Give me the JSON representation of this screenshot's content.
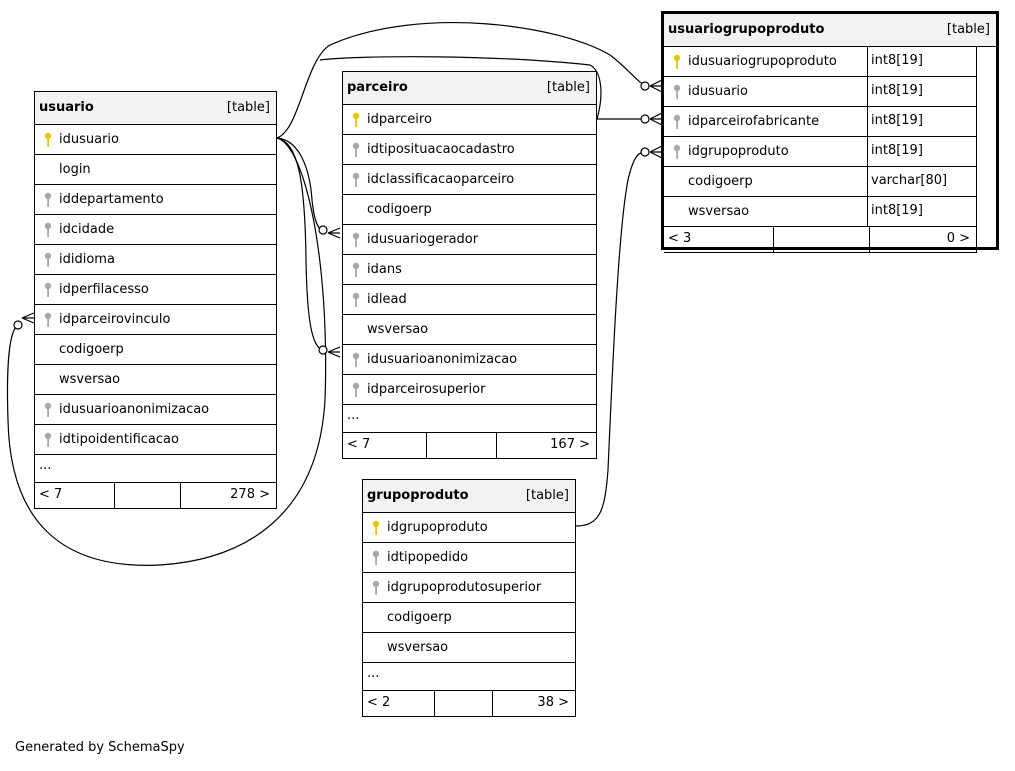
{
  "footer": "Generated by SchemaSpy",
  "tables": {
    "usuario": {
      "name": "usuario",
      "kind": "[table]",
      "columns": [
        {
          "name": "idusuario",
          "key": "pk"
        },
        {
          "name": "login",
          "key": ""
        },
        {
          "name": "iddepartamento",
          "key": "fk"
        },
        {
          "name": "idcidade",
          "key": "fk"
        },
        {
          "name": "ididioma",
          "key": "fk"
        },
        {
          "name": "idperfilacesso",
          "key": "fk"
        },
        {
          "name": "idparceirovinculo",
          "key": "fk"
        },
        {
          "name": "codigoerp",
          "key": ""
        },
        {
          "name": "wsversao",
          "key": ""
        },
        {
          "name": "idusuarioanonimizacao",
          "key": "fk"
        },
        {
          "name": "idtipoidentificacao",
          "key": "fk"
        }
      ],
      "ellipsis": "...",
      "footer": {
        "left": "< 7",
        "right": "278 >"
      }
    },
    "parceiro": {
      "name": "parceiro",
      "kind": "[table]",
      "columns": [
        {
          "name": "idparceiro",
          "key": "pk"
        },
        {
          "name": "idtiposituacaocadastro",
          "key": "fk"
        },
        {
          "name": "idclassificacaoparceiro",
          "key": "fk"
        },
        {
          "name": "codigoerp",
          "key": ""
        },
        {
          "name": "idusuariogerador",
          "key": "fk"
        },
        {
          "name": "idans",
          "key": "fk"
        },
        {
          "name": "idlead",
          "key": "fk"
        },
        {
          "name": "wsversao",
          "key": ""
        },
        {
          "name": "idusuarioanonimizacao",
          "key": "fk"
        },
        {
          "name": "idparceirosuperior",
          "key": "fk"
        }
      ],
      "ellipsis": "...",
      "footer": {
        "left": "< 7",
        "right": "167 >"
      }
    },
    "grupoproduto": {
      "name": "grupoproduto",
      "kind": "[table]",
      "columns": [
        {
          "name": "idgrupoproduto",
          "key": "pk"
        },
        {
          "name": "idtipopedido",
          "key": "fk"
        },
        {
          "name": "idgrupoprodutosuperior",
          "key": "fk"
        },
        {
          "name": "codigoerp",
          "key": ""
        },
        {
          "name": "wsversao",
          "key": ""
        }
      ],
      "ellipsis": "...",
      "footer": {
        "left": "< 2",
        "right": "38 >"
      }
    },
    "usuariogrupoproduto": {
      "name": "usuariogrupoproduto",
      "kind": "[table]",
      "columns": [
        {
          "name": "idusuariogrupoproduto",
          "key": "pk",
          "type": "int8[19]"
        },
        {
          "name": "idusuario",
          "key": "fk",
          "type": "int8[19]"
        },
        {
          "name": "idparceirofabricante",
          "key": "fk",
          "type": "int8[19]"
        },
        {
          "name": "idgrupoproduto",
          "key": "fk",
          "type": "int8[19]"
        },
        {
          "name": "codigoerp",
          "key": "",
          "type": "varchar[80]"
        },
        {
          "name": "wsversao",
          "key": "",
          "type": "int8[19]"
        }
      ],
      "footer": {
        "left": "< 3",
        "right": "0 >"
      }
    }
  },
  "colors": {
    "pk_key": "#e6c800",
    "fk_key": "#a8a8a8",
    "header_bg": "#f2f2f2"
  }
}
